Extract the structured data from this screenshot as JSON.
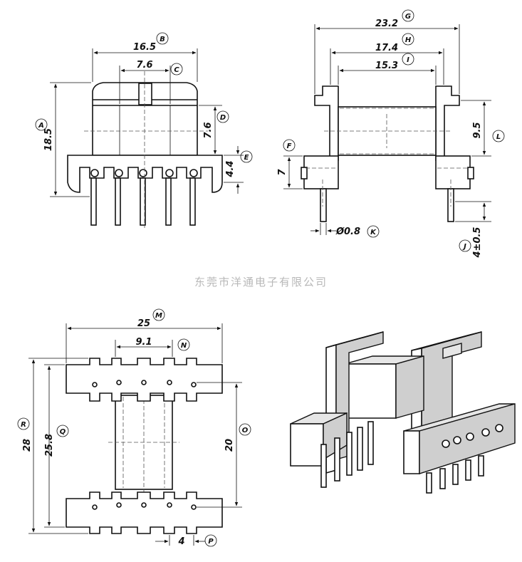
{
  "watermark": "东莞市洋通电子有限公司",
  "front_view": {
    "dims": {
      "width": "16.5",
      "core": "7.6",
      "height": "18.5",
      "core_h": "7.6",
      "base_h": "4.4"
    },
    "tags": {
      "width": "B",
      "core": "C",
      "height": "A",
      "core_h": "D",
      "base_h": "E"
    }
  },
  "side_view": {
    "dims": {
      "overall": "23.2",
      "flange": "17.4",
      "winding": "15.3",
      "flange_h": "9.5",
      "base_h": "7",
      "pin_d": "Ø0.8",
      "pin_len": "4±0.5"
    },
    "tags": {
      "overall": "G",
      "flange": "H",
      "winding": "I",
      "flange_h": "L",
      "base_h": "F",
      "pin_d": "K",
      "pin_len": "J"
    }
  },
  "top_view": {
    "dims": {
      "width": "25",
      "core": "9.1",
      "length": "28",
      "inner": "25.8",
      "pin_row": "20",
      "pitch": "4"
    },
    "tags": {
      "width": "M",
      "core": "N",
      "length": "R",
      "inner": "Q",
      "pin_row": "O",
      "pitch": "P"
    }
  }
}
